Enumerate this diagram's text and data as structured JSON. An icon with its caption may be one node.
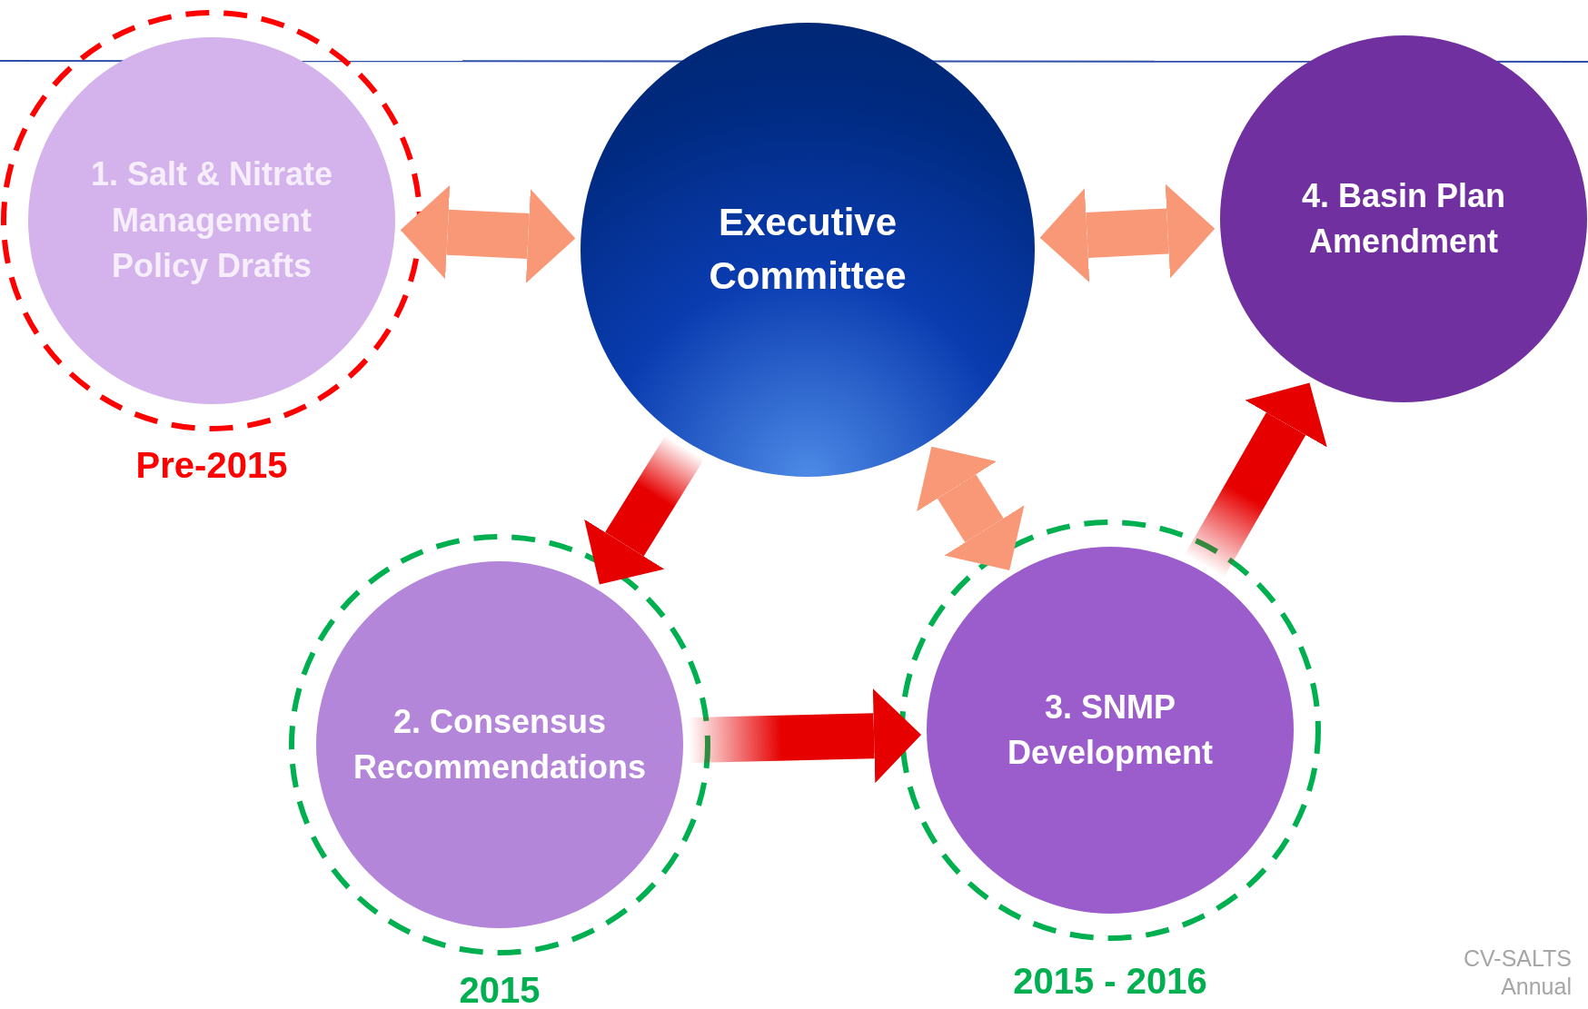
{
  "diagram": {
    "nodes": [
      {
        "text": [
          "1. Salt & Nitrate Management Policy Drafts"
        ],
        "beside": [
          "Pre-2015"
        ]
      },
      {
        "text": [
          "Executive Committee"
        ]
      },
      {
        "text": [
          "4. Basin Plan Amendment"
        ]
      },
      {
        "text": [
          "2. Consensus Recommendations"
        ],
        "beside": [
          "2015"
        ]
      },
      {
        "text": [
          "3. SNMP Development"
        ],
        "beside": [
          "2015 - 2016"
        ]
      }
    ],
    "edges": [
      {
        "from": 0,
        "to": 1,
        "arrow": "both",
        "color": "#f99877"
      },
      {
        "from": 1,
        "to": 2,
        "arrow": "both",
        "color": "#f99877"
      },
      {
        "from": 1,
        "to": 3,
        "arrow": "to"
      },
      {
        "from": 3,
        "to": 4,
        "arrow": "to"
      },
      {
        "from": 4,
        "to": 2,
        "arrow": "to"
      },
      {
        "from": 1,
        "to": 4,
        "arrow": "both",
        "color": "#f99877"
      }
    ],
    "labels": [
      "CV-SALTS Annual"
    ]
  }
}
